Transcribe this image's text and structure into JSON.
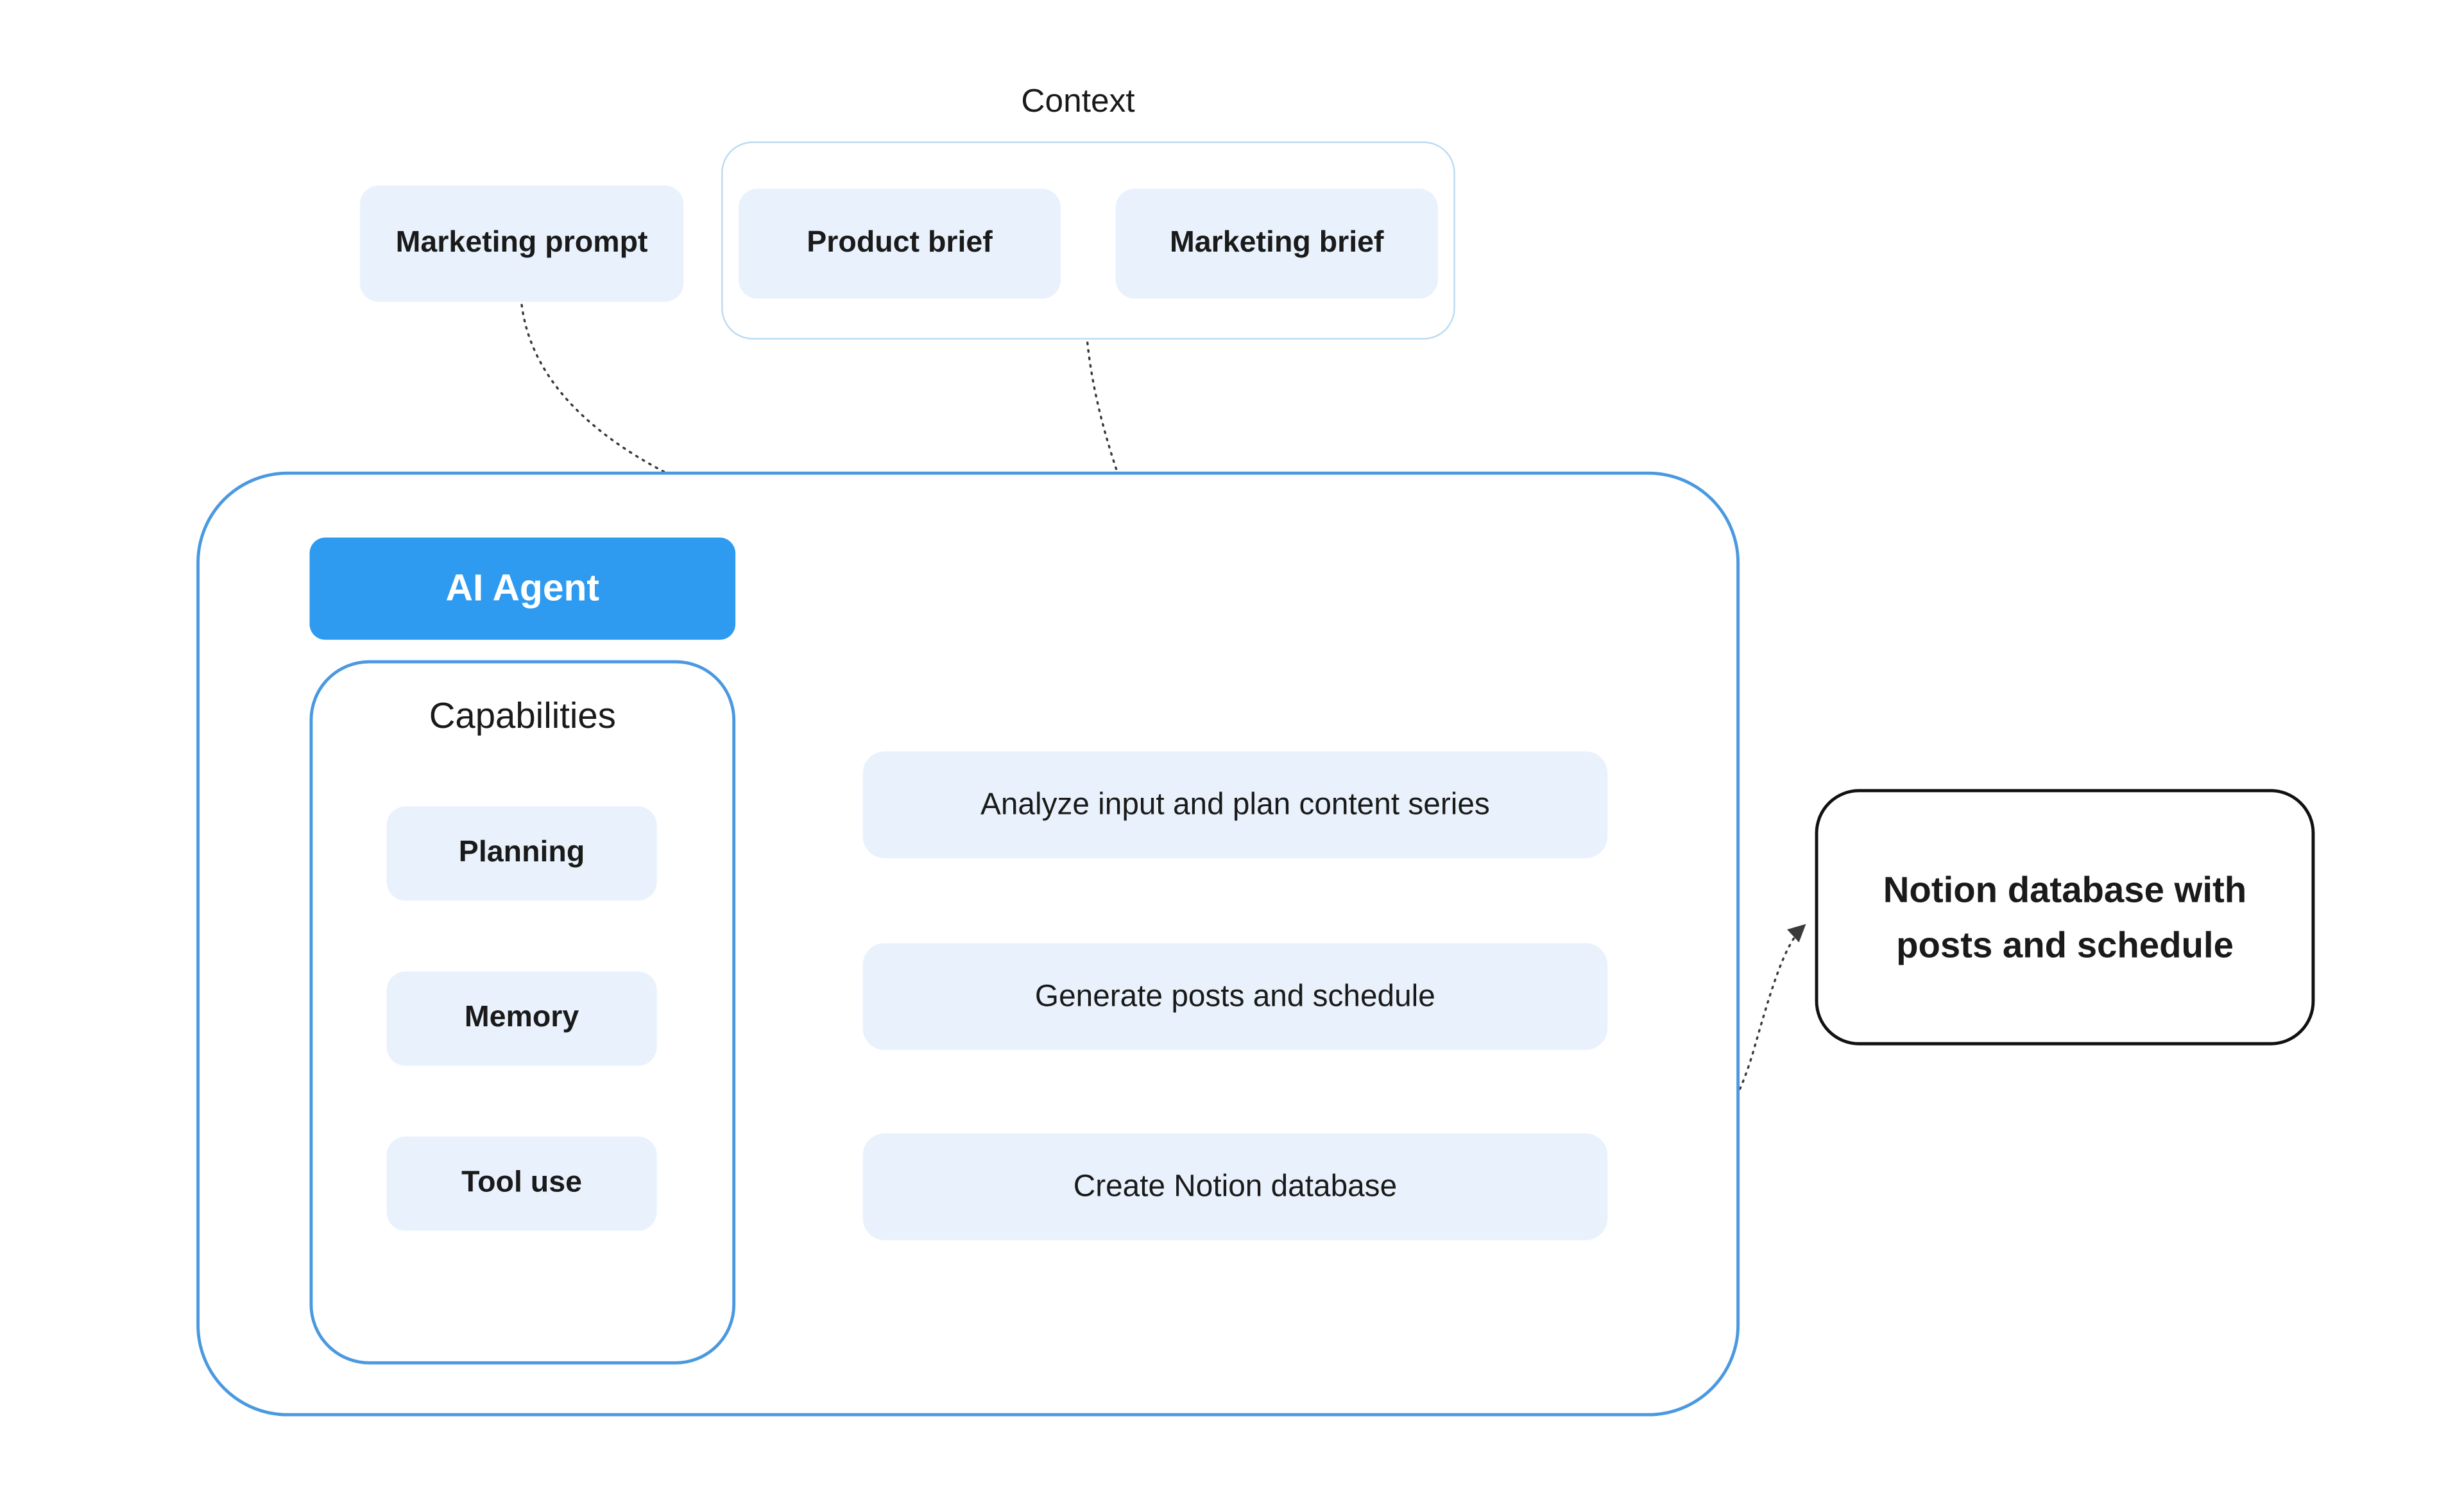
{
  "diagram": {
    "context": {
      "label": "Context",
      "items": [
        {
          "label": "Product brief"
        },
        {
          "label": "Marketing brief"
        }
      ]
    },
    "marketing_prompt": {
      "label": "Marketing prompt"
    },
    "agent": {
      "title": "AI Agent",
      "capabilities": {
        "label": "Capabilities",
        "items": [
          {
            "label": "Planning"
          },
          {
            "label": "Memory"
          },
          {
            "label": "Tool use"
          }
        ]
      },
      "steps": [
        {
          "label": "Analyze input and plan content series"
        },
        {
          "label": "Generate posts and schedule"
        },
        {
          "label": "Create Notion database"
        }
      ]
    },
    "output": {
      "label": "Notion database with posts and schedule"
    },
    "connections": [
      {
        "from": "marketing-prompt",
        "to": "analyze-step"
      },
      {
        "from": "context-group",
        "to": "analyze-step"
      },
      {
        "from": "planning",
        "to": "analyze-step"
      },
      {
        "from": "memory",
        "to": "generate-step"
      },
      {
        "from": "tool-use",
        "to": "create-step"
      },
      {
        "from": "analyze-step",
        "to": "generate-step"
      },
      {
        "from": "generate-step",
        "to": "create-step"
      },
      {
        "from": "create-step",
        "to": "notion-output"
      }
    ],
    "colors": {
      "node_fill": "#e9f2fc",
      "accent_blue": "#2e9bf0",
      "container_border": "#4a99e0",
      "context_border": "#badcf2",
      "arrow": "#3a3a3a",
      "output_border": "#111111",
      "text": "#1a1a1a"
    }
  }
}
